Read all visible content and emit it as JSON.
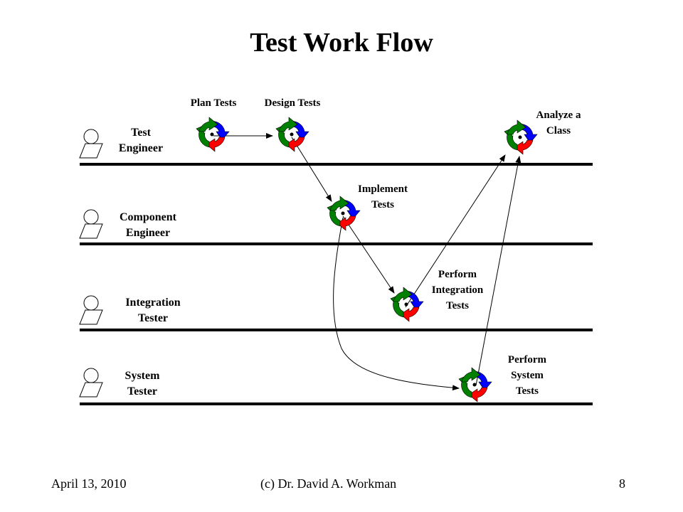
{
  "title": "Test Work Flow",
  "lanes": [
    {
      "line1": "Test",
      "line2": "Engineer"
    },
    {
      "line1": "Component",
      "line2": "Engineer"
    },
    {
      "line1": "Integration",
      "line2": "Tester"
    },
    {
      "line1": "System",
      "line2": "Tester"
    }
  ],
  "activities": [
    {
      "id": "plan-tests",
      "line1": "Plan Tests",
      "line2": ""
    },
    {
      "id": "design-tests",
      "line1": "Design Tests",
      "line2": ""
    },
    {
      "id": "analyze-class",
      "line1": "Analyze a",
      "line2": "Class"
    },
    {
      "id": "implement-tests",
      "line1": "Implement",
      "line2": "Tests"
    },
    {
      "id": "perform-integration-tests",
      "line1": "Perform",
      "line2": "Integration",
      "line3": "Tests"
    },
    {
      "id": "perform-system-tests",
      "line1": "Perform",
      "line2": "System",
      "line3": "Tests"
    }
  ],
  "cycle_colors": {
    "blue": "#0000ff",
    "red": "#ff0000",
    "green": "#008000"
  },
  "footer": {
    "date": "April 13, 2010",
    "author": "(c) Dr. David A. Workman",
    "page": "8"
  }
}
